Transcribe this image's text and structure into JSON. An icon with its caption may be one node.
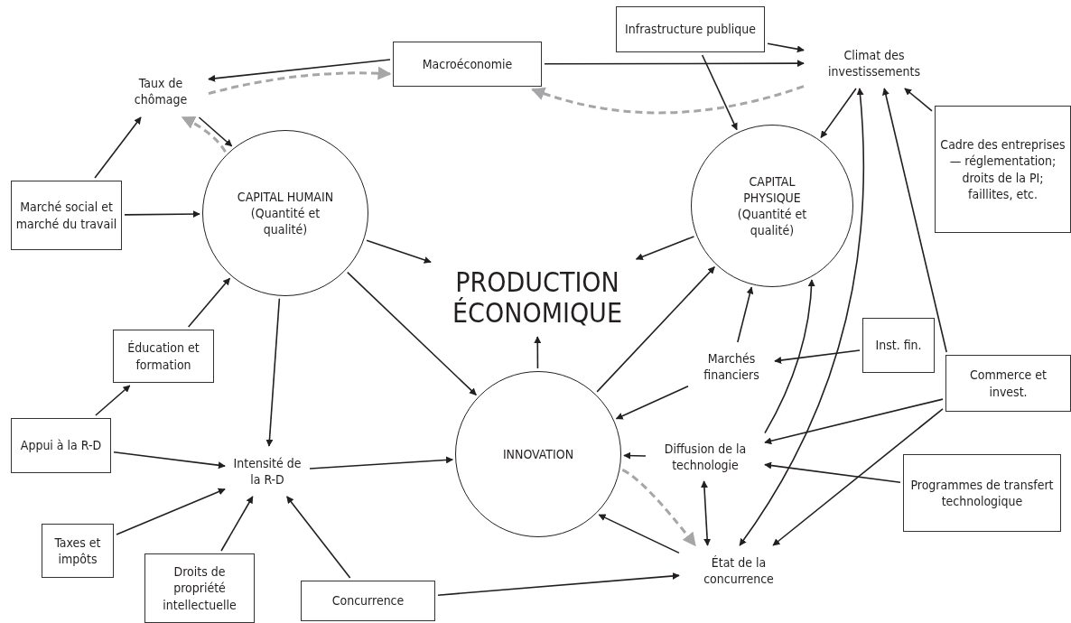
{
  "diagram": {
    "nodes": [
      {
        "text": [
          "Infrastructure publique"
        ]
      },
      {
        "text": [
          "Macroéconomie"
        ]
      },
      {
        "text": [
          "Climat des investissements"
        ]
      },
      {
        "text": [
          "Taux de chômage"
        ]
      },
      {
        "text": [
          "Cadre des entreprises — réglementation; droits de la PI; faillites, etc."
        ]
      },
      {
        "text": [
          "Marché social et marché du travail"
        ]
      },
      {
        "text": [
          "CAPITAL HUMAIN (Quantité et qualité)"
        ]
      },
      {
        "text": [
          "CAPITAL PHYSIQUE (Quantité et qualité)"
        ]
      },
      {
        "text": [
          "PRODUCTION ÉCONOMIQUE"
        ]
      },
      {
        "text": [
          "Éducation et formation"
        ]
      },
      {
        "text": [
          "Marchés financiers"
        ]
      },
      {
        "text": [
          "Inst. fin."
        ]
      },
      {
        "text": [
          "Commerce et invest."
        ]
      },
      {
        "text": [
          "Appui à la R-D"
        ]
      },
      {
        "text": [
          "Intensité de la R-D"
        ]
      },
      {
        "text": [
          "INNOVATION"
        ]
      },
      {
        "text": [
          "Diffusion de la technologie"
        ]
      },
      {
        "text": [
          "Programmes de transfert technologique"
        ]
      },
      {
        "text": [
          "Taxes et impôts"
        ]
      },
      {
        "text": [
          "État de la concurrence"
        ]
      },
      {
        "text": [
          "Droits de propriété intellectuelle"
        ]
      },
      {
        "text": [
          "Concurrence"
        ]
      }
    ],
    "edges": [
      {
        "from": 1,
        "to": 3,
        "arrow": "to"
      },
      {
        "from": 3,
        "to": 1,
        "arrow": "to",
        "style": "dashed",
        "color": "#a6a6a8"
      },
      {
        "from": 1,
        "to": 2,
        "arrow": "to"
      },
      {
        "from": 0,
        "to": 2,
        "arrow": "to"
      },
      {
        "from": 0,
        "to": 7,
        "arrow": "to"
      },
      {
        "from": 2,
        "to": 1,
        "arrow": "to",
        "style": "dashed",
        "color": "#a6a6a8"
      },
      {
        "from": 3,
        "to": 6,
        "arrow": "to"
      },
      {
        "from": 6,
        "to": 3,
        "arrow": "to",
        "style": "dashed",
        "color": "#a6a6a8"
      },
      {
        "from": 5,
        "to": 3,
        "arrow": "to"
      },
      {
        "from": 5,
        "to": 6,
        "arrow": "to"
      },
      {
        "from": 2,
        "to": 7,
        "arrow": "to"
      },
      {
        "from": 4,
        "to": 2,
        "arrow": "to"
      },
      {
        "from": 6,
        "to": 8,
        "arrow": "to"
      },
      {
        "from": 7,
        "to": 8,
        "arrow": "to"
      },
      {
        "from": 9,
        "to": 6,
        "arrow": "to"
      },
      {
        "from": 6,
        "to": 14,
        "arrow": "to"
      },
      {
        "from": 6,
        "to": 15,
        "arrow": "to"
      },
      {
        "from": 13,
        "to": 9,
        "arrow": "to"
      },
      {
        "from": 13,
        "to": 14,
        "arrow": "to"
      },
      {
        "from": 18,
        "to": 14,
        "arrow": "to"
      },
      {
        "from": 20,
        "to": 14,
        "arrow": "to"
      },
      {
        "from": 21,
        "to": 14,
        "arrow": "to"
      },
      {
        "from": 14,
        "to": 15,
        "arrow": "to"
      },
      {
        "from": 15,
        "to": 8,
        "arrow": "to"
      },
      {
        "from": 15,
        "to": 7,
        "arrow": "to"
      },
      {
        "from": 10,
        "to": 7,
        "arrow": "to"
      },
      {
        "from": 10,
        "to": 15,
        "arrow": "to"
      },
      {
        "from": 11,
        "to": 10,
        "arrow": "to"
      },
      {
        "from": 16,
        "to": 7,
        "arrow": "to"
      },
      {
        "from": 19,
        "to": 2,
        "arrow": "both"
      },
      {
        "from": 12,
        "to": 2,
        "arrow": "to"
      },
      {
        "from": 12,
        "to": 16,
        "arrow": "to"
      },
      {
        "from": 12,
        "to": 19,
        "arrow": "to"
      },
      {
        "from": 17,
        "to": 16,
        "arrow": "to"
      },
      {
        "from": 16,
        "to": 15,
        "arrow": "to"
      },
      {
        "from": 16,
        "to": 19,
        "arrow": "both"
      },
      {
        "from": 15,
        "to": 19,
        "arrow": "to",
        "style": "dashed",
        "color": "#a6a6a8"
      },
      {
        "from": 19,
        "to": 15,
        "arrow": "to"
      },
      {
        "from": 21,
        "to": 19,
        "arrow": "to"
      }
    ]
  }
}
